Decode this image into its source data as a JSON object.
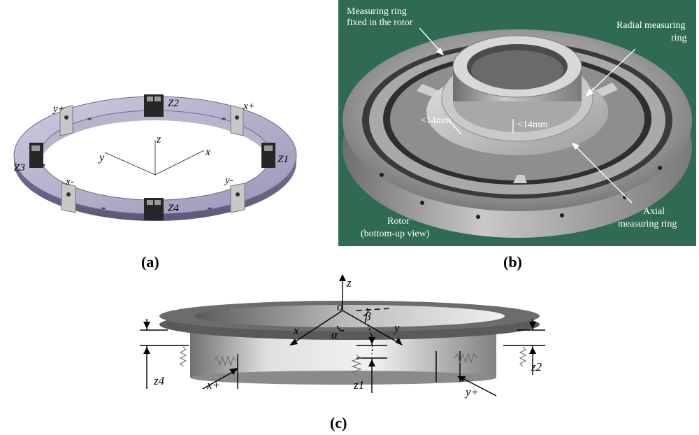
{
  "panels": {
    "a": {
      "caption": "(a)",
      "labels": {
        "z": "z",
        "x": "x",
        "y": "y",
        "z1": "Z1",
        "z2": "Z2",
        "z3": "Z3",
        "z4": "Z4",
        "yplus": "y+",
        "xplus": "x+",
        "xminus": "x-",
        "yminus": "y-"
      }
    },
    "b": {
      "caption": "(b)",
      "labels": {
        "measuring_ring_1": "Measuring ring",
        "measuring_ring_2": "fixed in the rotor",
        "radial_1": "Radial measuring",
        "radial_2": "ring",
        "dim1": "<14mm",
        "dim2": "<14mm",
        "axial_1": "Axial",
        "axial_2": "measuring ring",
        "rotor_1": "Rotor",
        "rotor_2": "(bottom-up view)"
      }
    },
    "c": {
      "caption": "(c)",
      "labels": {
        "z": "z",
        "o": "o",
        "beta": "β",
        "x": "x",
        "y": "y",
        "alpha": "α",
        "z4": "z4",
        "z2": "z2",
        "z1": "z1",
        "xplus": "x+",
        "yplus": "y+"
      }
    }
  },
  "colors": {
    "panel_b_background": "#2f6a52",
    "metal_light": "#d6d6d6",
    "metal_dark": "#6f6f6f",
    "cad_purple": "#b8b2cc"
  }
}
